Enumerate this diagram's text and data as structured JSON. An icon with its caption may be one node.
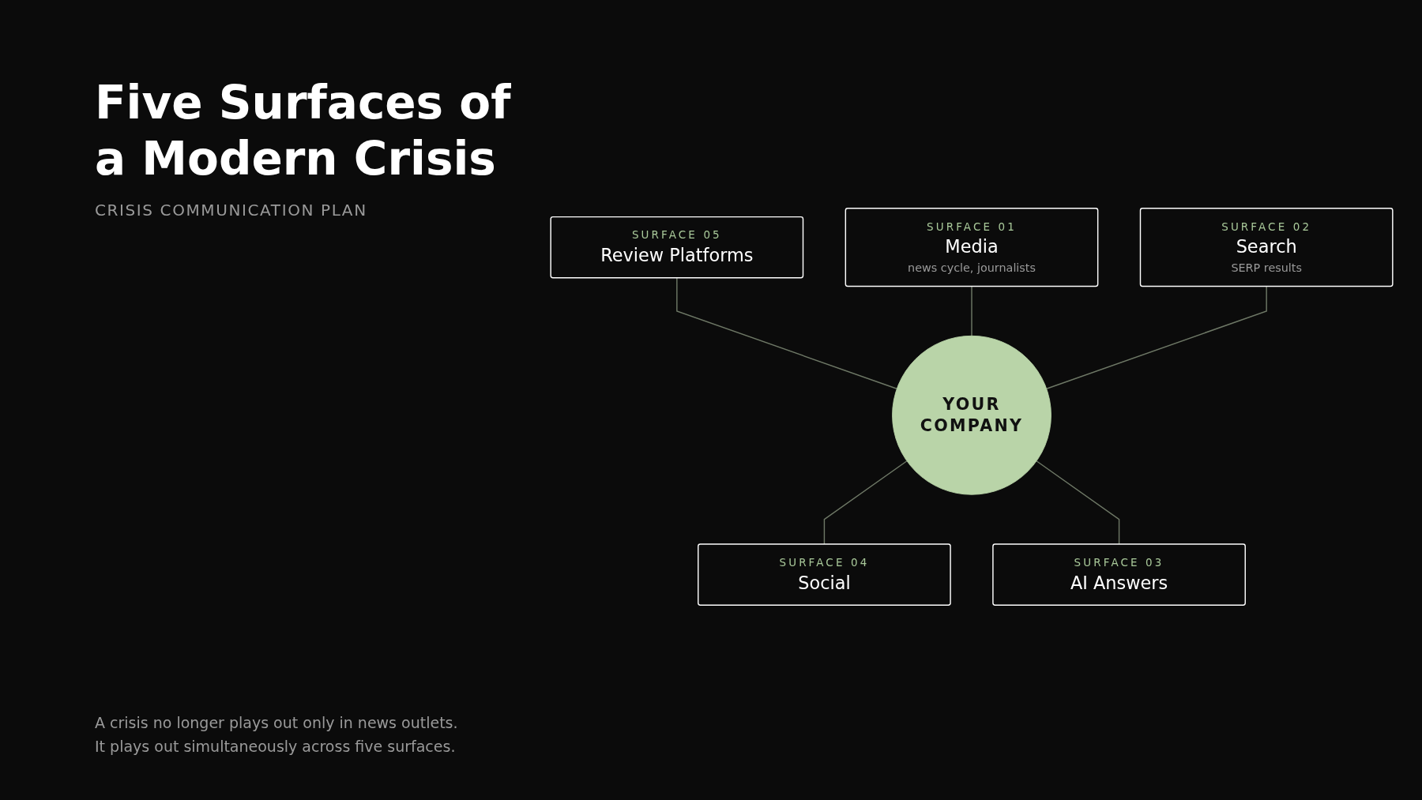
{
  "diagram": {
    "title": "Five Surfaces of a Modern Crisis",
    "caption": "A crisis no longer plays out only in news outlets. It plays out simultaneously across five surfaces.",
    "nodes": [
      {
        "text": [
          "SURFACE 01",
          "Media",
          "news cycle, journalists"
        ]
      },
      {
        "text": [
          "SURFACE 05",
          "Review Platforms"
        ]
      },
      {
        "text": [
          "SURFACE 02",
          "Search",
          "SERP results"
        ]
      },
      {
        "text": [
          "YOUR COMPANY"
        ]
      },
      {
        "text": [
          "SURFACE 04",
          "Social"
        ]
      },
      {
        "text": [
          "SURFACE 03",
          "AI Answers"
        ]
      }
    ],
    "edges": [
      {
        "from": 1,
        "to": 3,
        "arrow": "none"
      },
      {
        "from": 0,
        "to": 3,
        "arrow": "none"
      },
      {
        "from": 2,
        "to": 3,
        "arrow": "none"
      },
      {
        "from": 3,
        "to": 4,
        "arrow": "none"
      },
      {
        "from": 3,
        "to": 5,
        "arrow": "none"
      }
    ],
    "labels": [
      "CRISIS COMMUNICATION PLAN"
    ]
  }
}
